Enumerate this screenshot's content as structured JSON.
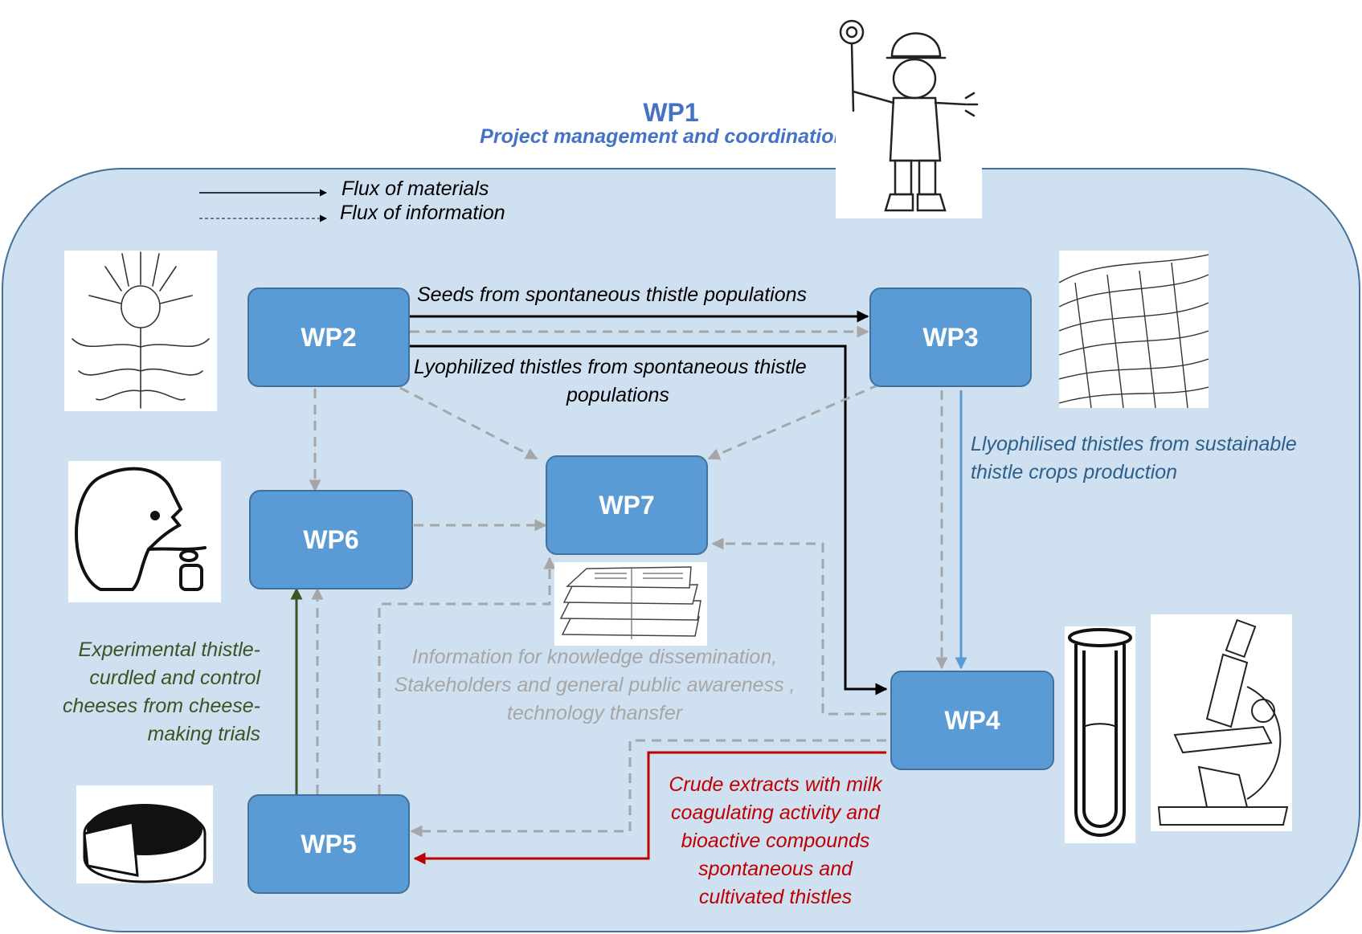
{
  "header": {
    "title": "WP1",
    "subtitle": "Project management and coordination"
  },
  "legend": {
    "materials": "Flux of materials",
    "information": "Flux of information"
  },
  "boxes": {
    "wp2": "WP2",
    "wp3": "WP3",
    "wp4": "WP4",
    "wp5": "WP5",
    "wp6": "WP6",
    "wp7": "WP7"
  },
  "flows": {
    "seeds": "Seeds from spontaneous thistle populations",
    "lyophilized_line1": "Lyophilized thistles from spontaneous thistle",
    "lyophilized_line2": "populations",
    "sustainable_line1": "Llyophilised thistles from sustainable",
    "sustainable_line2": "thistle crops production",
    "cheese_line1": "Experimental thistle-",
    "cheese_line2": "curdled and control",
    "cheese_line3": "cheeses from cheese-",
    "cheese_line4": "making trials",
    "info_line1": "Information for knowledge dissemination,",
    "info_line2": "Stakeholders and general public awareness ,",
    "info_line3": "technology thansfer",
    "crude_line1": "Crude extracts with milk",
    "crude_line2": "coagulating activity and",
    "crude_line3": "bioactive compounds",
    "crude_line4": "spontaneous and",
    "crude_line5": "cultivated thistles"
  },
  "illustrations": {
    "coordinator": "policeman-with-stop-sign",
    "thistle": "thistle-plant",
    "fields": "cultivated-landscape",
    "taster": "person-tasting",
    "newspapers": "newspaper-stack",
    "test_tube": "test-tube",
    "microscope": "microscope",
    "cheese": "cheese-wheel"
  },
  "colors": {
    "background_panel": "#cfe0f1",
    "panel_border": "#41719c",
    "box_fill": "#5b9bd5",
    "title_blue": "#4472c4",
    "material_arrow": "#000000",
    "info_arrow": "#a6a6a6",
    "blue_arrow": "#5b9bd5",
    "green_arrow": "#375623",
    "red_arrow": "#c00000",
    "sustainable_text": "#2e5f8a",
    "green_text": "#375623",
    "red_text": "#c00000",
    "info_text": "#a6a6a6"
  }
}
